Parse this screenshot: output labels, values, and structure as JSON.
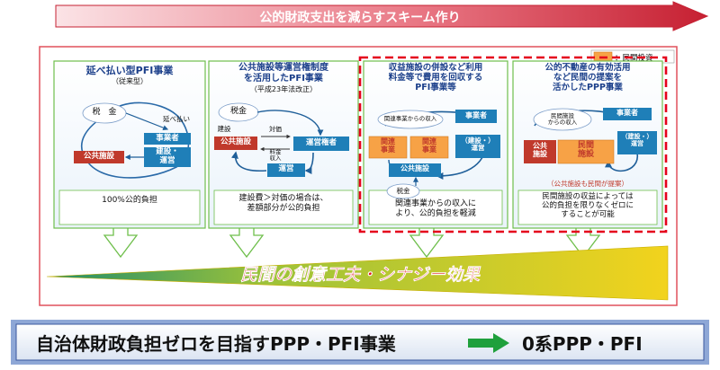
{
  "title_banner": "公的財政支出を減らすスキーム作り",
  "legend": {
    "label": "：民間投資",
    "color": "#f7a246"
  },
  "panels": [
    {
      "heading": "延べ払い型PFI事業",
      "subheading": "（従来型）",
      "nodes": [
        "税　金",
        "事業者",
        "建設・\n運営",
        "公共施設"
      ],
      "arrow_labels": [
        "延べ払い"
      ],
      "description": "100%公的負担"
    },
    {
      "heading": "公共施設等運営権制度\nを活用したPFI事業",
      "subheading": "（平成23年法改正）",
      "nodes": [
        "税金",
        "公共施設",
        "運営権者",
        "運営"
      ],
      "arrow_labels": [
        "建設",
        "対価",
        "料金\n収入"
      ],
      "description": "建設費＞対価の場合は、\n差額部分が公的負担"
    },
    {
      "heading": "収益施設の併設など利用\n料金等で費用を回収する\nPFI事業等",
      "nodes": [
        "関連事業からの収入",
        "事業者",
        "関連\n事業",
        "関連\n事業",
        "（建設・）\n運営",
        "公共施設",
        "税金"
      ],
      "description": "関連事業からの収入に\nより、公的負担を軽減"
    },
    {
      "heading": "公的不動産の有効活用\nなど民間の提案を\n活かしたPPP事業",
      "nodes": [
        "民間施設\nからの収入",
        "事業者",
        "（建設・）\n運営",
        "公共\n施設",
        "民間\n施設"
      ],
      "note": "（公共施設も民間が提案）",
      "description": "民間施設の収益によっては\n公的負担を限りなくゼロに\nすることが可能"
    }
  ],
  "synergy": "民間の創意工夫・シナジー効果",
  "footer": {
    "left": "自治体財政負担ゼロを目指すPPP・PFI事業",
    "right": "0系PPP・PFI"
  },
  "colors": {
    "banner_red": "#c62032",
    "panel_green": "#6fbf4c",
    "node_blue": "#1f7fb8",
    "node_red": "#c0392b",
    "private_orange": "#f7a246",
    "dash_red": "#e5001c",
    "wedge_yellow": "#f2d31d",
    "wedge_green": "#1e8c6c",
    "footer_blue": "#39579e"
  }
}
